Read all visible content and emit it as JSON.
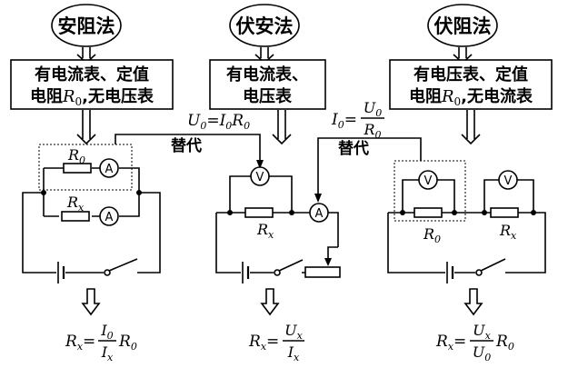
{
  "methods": [
    {
      "title": "安阻法",
      "desc_line1": "有电流表、定值",
      "desc_line2_pre": "电阻",
      "desc_line2_post": ",无电压表"
    },
    {
      "title": "伏安法",
      "desc_line1": "有电流表、",
      "desc_line2_pre": "电压表",
      "desc_line2_post": ""
    },
    {
      "title": "伏阻法",
      "desc_line1": "有电压表、定值",
      "desc_line2_pre": "电阻",
      "desc_line2_post": ",无电流表"
    }
  ],
  "substitution_label": "替代",
  "symbols": {
    "U": "U",
    "I": "I",
    "R": "R",
    "zero": "0",
    "x": "x",
    "eq": "=",
    "ammeter": "A",
    "voltmeter": "V"
  },
  "formulas": {
    "left": "Rx = (I0 / Ix) R0",
    "middle": "Rx = Ux / Ix",
    "right": "Rx = (Ux / U0) R0"
  },
  "substitutions": {
    "left": "U0 = I0 R0",
    "right": "I0 = U0 / R0"
  }
}
